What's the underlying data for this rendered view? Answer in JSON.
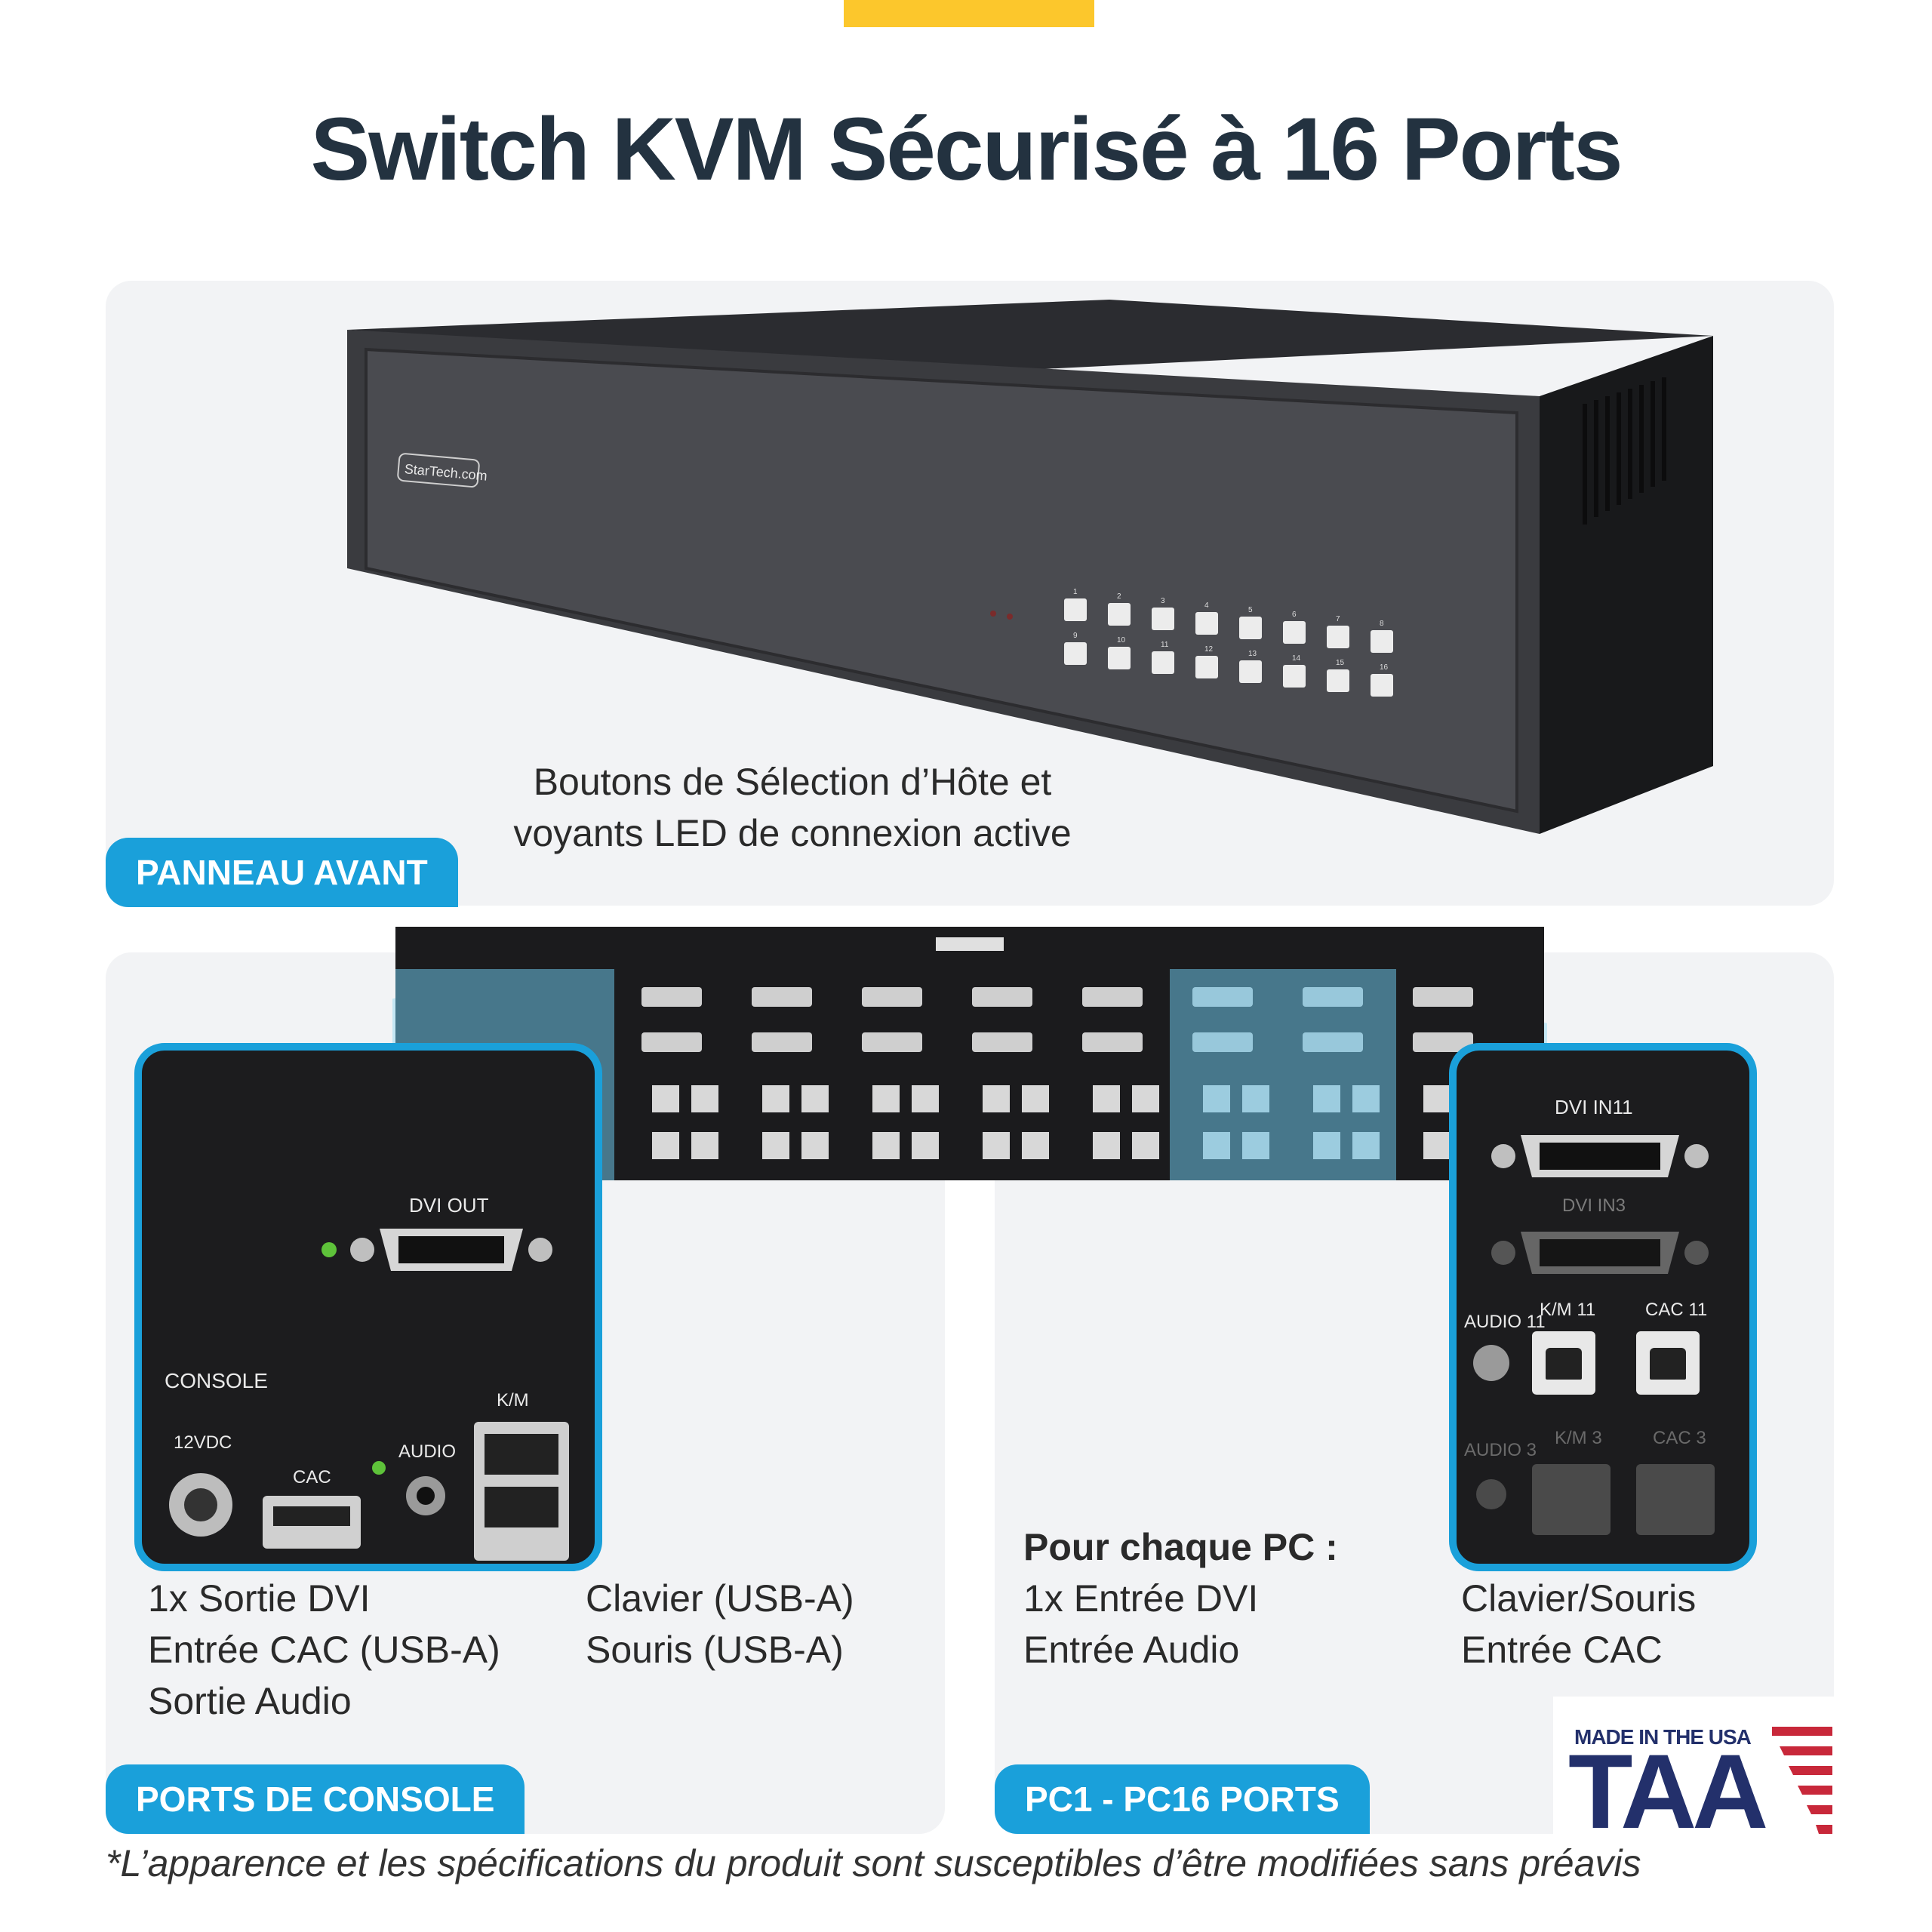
{
  "header": {
    "title": "Switch KVM Sécurisé à 16 Ports",
    "accent_color": "#FCC72C"
  },
  "front_panel": {
    "tag": "PANNEAU AVANT",
    "caption_lines": [
      "Boutons de Sélection d’Hôte et",
      "voyants LED de connexion active"
    ],
    "brand_logo": "StarTech.com",
    "button_numbers_top": [
      "1",
      "2",
      "3",
      "4",
      "5",
      "6",
      "7",
      "8"
    ],
    "button_numbers_bottom": [
      "9",
      "10",
      "11",
      "12",
      "13",
      "14",
      "15",
      "16"
    ]
  },
  "console_panel": {
    "tag": "PORTS DE CONSOLE",
    "caption_col1": [
      "1x Sortie DVI",
      "Entrée CAC (USB-A)",
      "Sortie Audio"
    ],
    "caption_col2": [
      "Clavier (USB-A)",
      "Souris (USB-A)"
    ],
    "zoom_labels": {
      "dvi_out": "DVI OUT",
      "console": "CONSOLE",
      "power": "12VDC",
      "cac": "CAC",
      "audio": "AUDIO",
      "km": "K/M"
    }
  },
  "pc_panel": {
    "tag": "PC1 - PC16 PORTS",
    "caption_heading": "Pour chaque PC :",
    "caption_col1": [
      "1x Entrée DVI",
      "Entrée Audio"
    ],
    "caption_col2": [
      "Clavier/Souris",
      "Entrée CAC"
    ],
    "zoom_labels": {
      "dvi_in_a": "DVI IN11",
      "dvi_in_b": "DVI IN3",
      "audio_a": "AUDIO 11",
      "km_a": "K/M 11",
      "cac_a": "CAC 11",
      "audio_b": "AUDIO 3",
      "km_b": "K/M 3",
      "cac_b": "CAC 3"
    }
  },
  "badge": {
    "top_text": "MADE IN THE USA",
    "main_text": "TAA",
    "navy": "#23306B",
    "red": "#C8283A"
  },
  "footnote": "*L’apparence et les spécifications du produit sont susceptibles d’être modifiées sans préavis",
  "colors": {
    "tag_blue": "#1AA0DA",
    "title_navy": "#233240",
    "panel_bg": "#f2f3f5"
  }
}
